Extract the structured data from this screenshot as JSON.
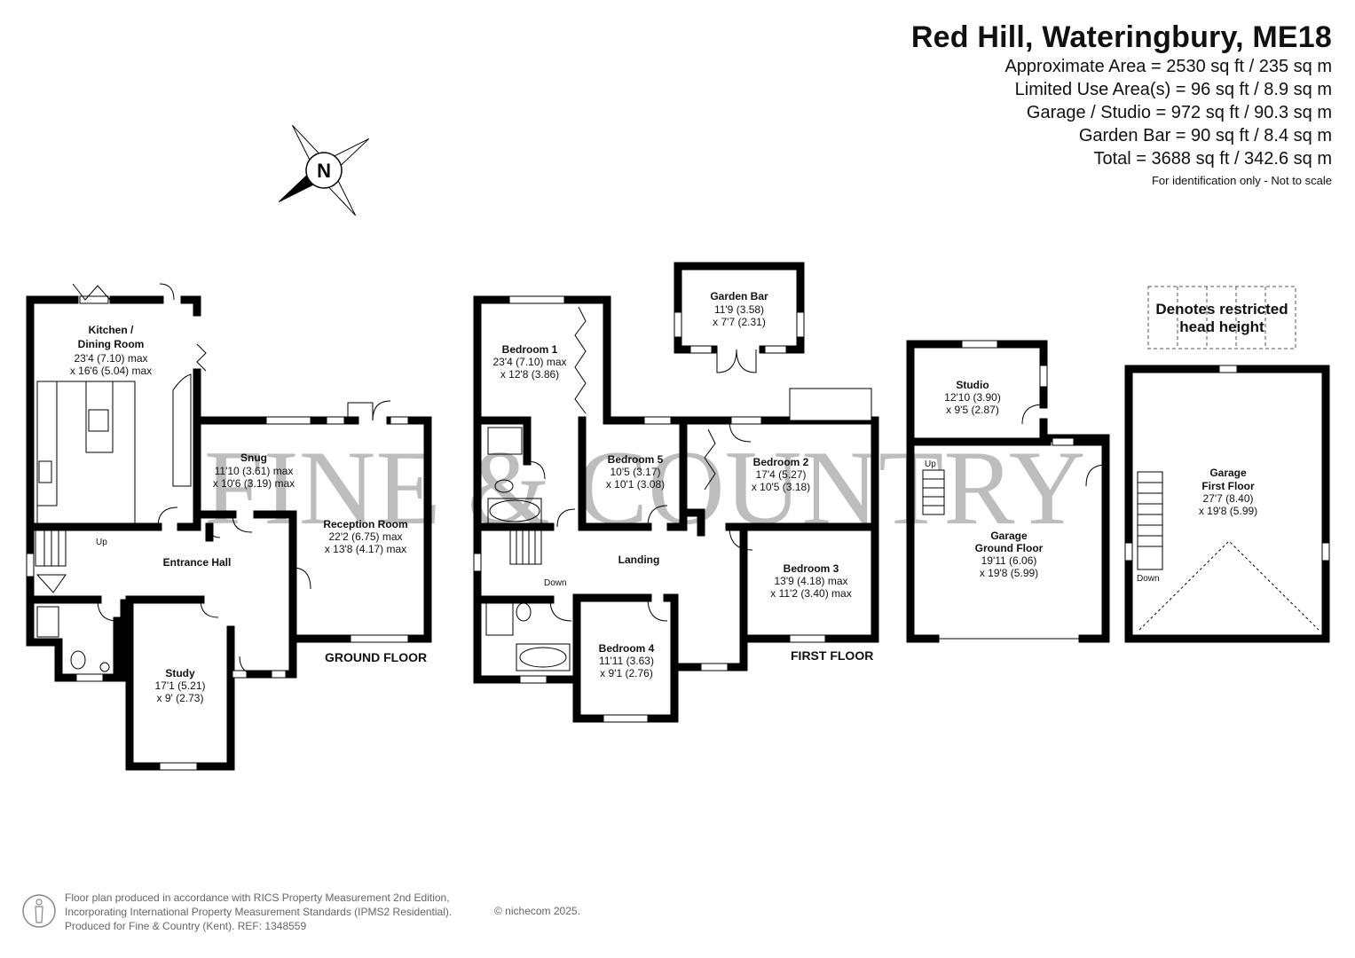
{
  "header": {
    "title": "Red Hill, Wateringbury, ME18",
    "areas": [
      "Approximate Area = 2530 sq ft / 235 sq m",
      "Limited Use Area(s) = 96 sq ft / 8.9 sq m",
      "Garage / Studio = 972 sq ft / 90.3 sq m",
      "Garden Bar = 90 sq ft / 8.4 sq m",
      "Total = 3688 sq ft / 342.6 sq m"
    ],
    "note": "For identification only - Not to scale"
  },
  "compass": {
    "letter": "N"
  },
  "legend": {
    "line1": "Denotes restricted",
    "line2": "head height"
  },
  "watermark": {
    "text": "FINE & COUNTRY"
  },
  "floors": {
    "ground": "GROUND FLOOR",
    "first": "FIRST FLOOR"
  },
  "rooms": {
    "kitchen": {
      "name1": "Kitchen /",
      "name2": "Dining Room",
      "dim1": "23'4 (7.10) max",
      "dim2": "x 16'6 (5.04) max"
    },
    "snug": {
      "name": "Snug",
      "dim1": "11'10 (3.61) max",
      "dim2": "x 10'6 (3.19) max"
    },
    "reception": {
      "name": "Reception Room",
      "dim1": "22'2 (6.75) max",
      "dim2": "x 13'8 (4.17) max"
    },
    "hall": {
      "name": "Entrance Hall"
    },
    "study": {
      "name": "Study",
      "dim1": "17'1 (5.21)",
      "dim2": "x 9' (2.73)"
    },
    "bedroom1": {
      "name": "Bedroom 1",
      "dim1": "23'4 (7.10) max",
      "dim2": "x 12'8 (3.86)"
    },
    "gardenbar": {
      "name": "Garden Bar",
      "dim1": "11'9 (3.58)",
      "dim2": "x 7'7 (2.31)"
    },
    "bedroom5": {
      "name": "Bedroom 5",
      "dim1": "10'5 (3.17)",
      "dim2": "x 10'1 (3.08)"
    },
    "bedroom2": {
      "name": "Bedroom 2",
      "dim1": "17'4 (5.27)",
      "dim2": "x 10'5 (3.18)"
    },
    "landing": {
      "name": "Landing"
    },
    "bedroom3": {
      "name": "Bedroom 3",
      "dim1": "13'9 (4.18) max",
      "dim2": "x 11'2 (3.40) max"
    },
    "bedroom4": {
      "name": "Bedroom 4",
      "dim1": "11'11 (3.63)",
      "dim2": "x 9'1 (2.76)"
    },
    "studio": {
      "name": "Studio",
      "dim1": "12'10 (3.90)",
      "dim2": "x 9'5 (2.87)"
    },
    "garage_ground": {
      "name1": "Garage",
      "name2": "Ground Floor",
      "dim1": "19'11 (6.06)",
      "dim2": "x 19'8 (5.99)"
    },
    "garage_first": {
      "name1": "Garage",
      "name2": "First Floor",
      "dim1": "27'7 (8.40)",
      "dim2": "x 19'8 (5.99)"
    }
  },
  "stairs": {
    "up": "Up",
    "down": "Down"
  },
  "footer": {
    "line1": "Floor plan produced in accordance with RICS Property Measurement 2nd Edition,",
    "line2": "Incorporating International Property Measurement Standards (IPMS2 Residential).",
    "line3": "Produced for Fine & Country (Kent).   REF:  1348559",
    "copyright": "© nichecom 2025."
  }
}
